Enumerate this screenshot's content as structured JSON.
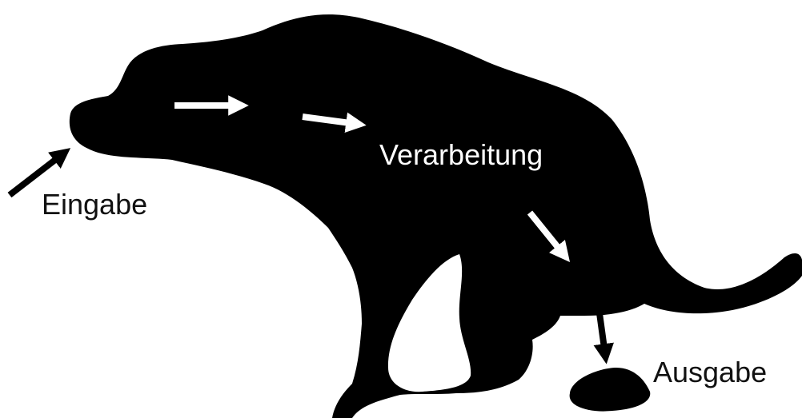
{
  "labels": {
    "input": "Eingabe",
    "processing": "Verarbeitung",
    "output": "Ausgabe"
  },
  "colors": {
    "silhouette": "#000000",
    "background": "#ffffff",
    "arrow_inside": "#ffffff",
    "arrow_outside": "#000000",
    "text_inside": "#ffffff",
    "text_outside": "#111111"
  },
  "icons": {
    "figure": "dog-silhouette-icon",
    "output_blob": "dropping-icon"
  }
}
